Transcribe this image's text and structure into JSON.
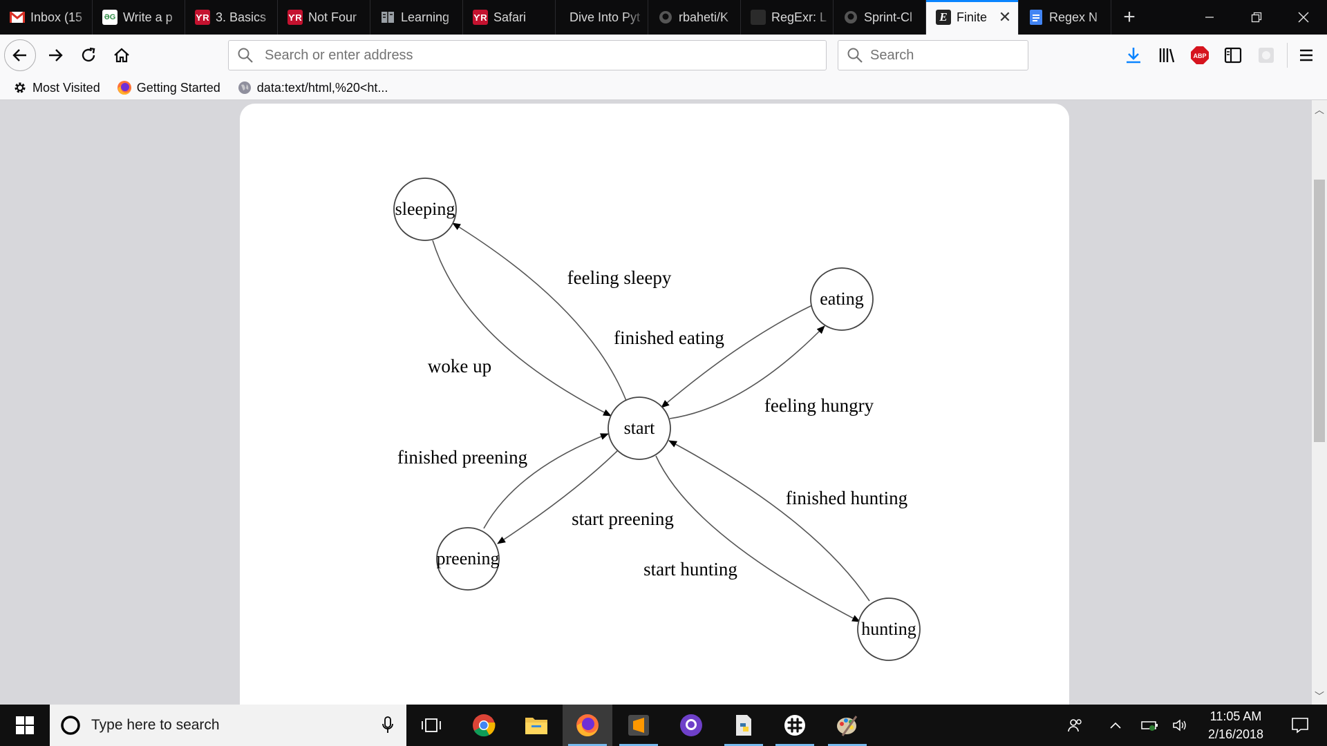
{
  "tabs": [
    {
      "label": "Inbox (15",
      "icon": "gmail-icon"
    },
    {
      "label": "Write a p",
      "icon": "geeksforgeeks-icon"
    },
    {
      "label": "3. Basics",
      "icon": "safari-books-icon"
    },
    {
      "label": "Not Four",
      "icon": "safari-books-icon"
    },
    {
      "label": "Learning",
      "icon": "book-icon"
    },
    {
      "label": "Safari",
      "icon": "safari-books-icon"
    },
    {
      "label": "Dive Into Pyt",
      "icon": "none"
    },
    {
      "label": "rbaheti/K",
      "icon": "github-icon"
    },
    {
      "label": "RegExr: L",
      "icon": "regexr-icon"
    },
    {
      "label": "Sprint-Cl",
      "icon": "github-icon"
    },
    {
      "label": "Finite",
      "icon": "e-icon",
      "active": true
    },
    {
      "label": "Regex N",
      "icon": "docs-icon"
    }
  ],
  "toolbar": {
    "address_placeholder": "Search or enter address",
    "search_placeholder": "Search"
  },
  "bookmarks": [
    {
      "label": "Most Visited",
      "icon": "gear-icon"
    },
    {
      "label": "Getting Started",
      "icon": "firefox-icon"
    },
    {
      "label": "data:text/html,%20<ht...",
      "icon": "globe-icon"
    }
  ],
  "diagram": {
    "nodes": {
      "sleeping": "sleeping",
      "eating": "eating",
      "start": "start",
      "preening": "preening",
      "hunting": "hunting"
    },
    "edges": {
      "feeling_sleepy": "feeling sleepy",
      "woke_up": "woke up",
      "finished_eating": "finished eating",
      "feeling_hungry": "feeling hungry",
      "finished_preening": "finished preening",
      "start_preening": "start preening",
      "finished_hunting": "finished hunting",
      "start_hunting": "start hunting"
    }
  },
  "taskbar": {
    "search_placeholder": "Type here to search",
    "time": "11:05 AM",
    "date": "2/16/2018"
  }
}
